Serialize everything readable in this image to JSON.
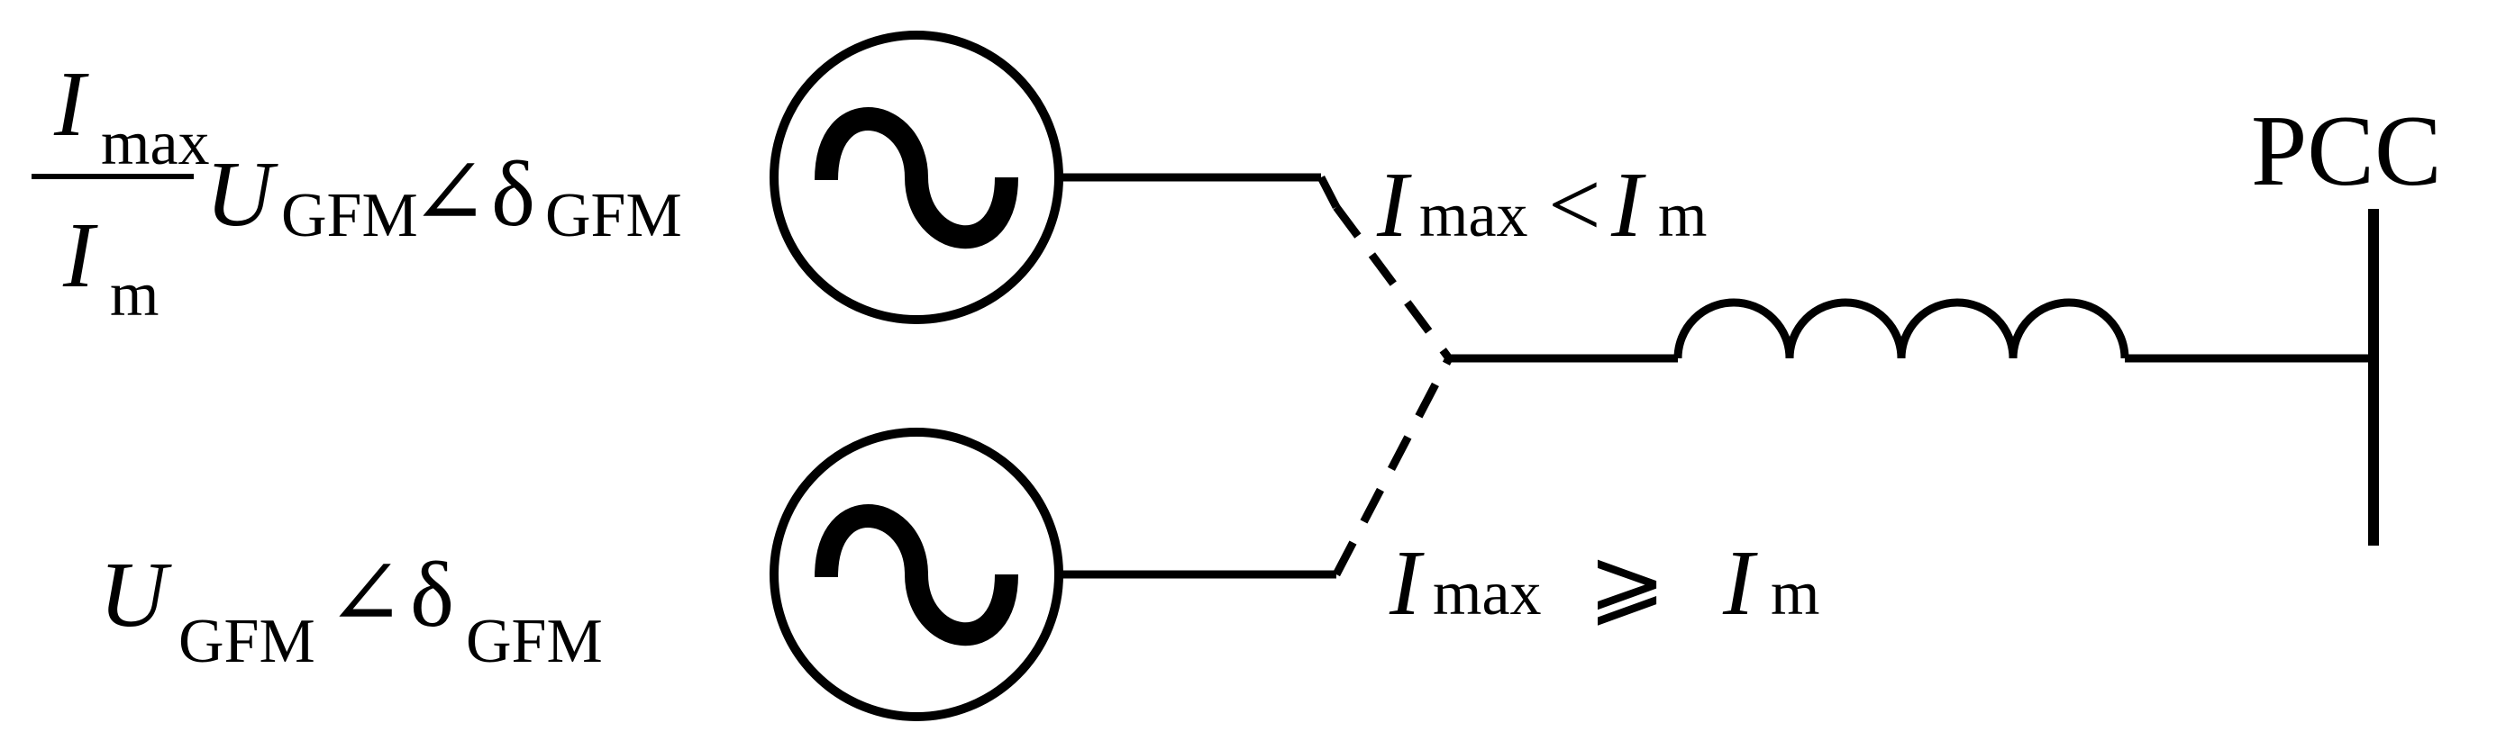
{
  "source_top": {
    "numerator_var": "I",
    "numerator_sub": "max",
    "denominator_var": "I",
    "denominator_sub": "m",
    "voltage_var": "U",
    "voltage_sub": "GFM",
    "angle_symbol": "∠",
    "angle_var": "δ",
    "angle_sub": "GFM",
    "icon": "ac-source-icon"
  },
  "source_bottom": {
    "voltage_var": "U",
    "voltage_sub": "GFM",
    "angle_symbol": "∠",
    "angle_var": "δ",
    "angle_sub": "GFM",
    "icon": "ac-source-icon"
  },
  "switch_top_condition": {
    "left_var": "I",
    "left_sub": "max",
    "relation": "<",
    "right_var": "I",
    "right_sub": "m"
  },
  "switch_bottom_condition": {
    "left_var": "I",
    "left_sub": "max",
    "relation": "⩾",
    "right_var": "I",
    "right_sub": "m"
  },
  "pcc_label": "PCC",
  "line_icon": "inductor-icon",
  "colors": {
    "stroke": "#000000",
    "background": "#ffffff"
  }
}
